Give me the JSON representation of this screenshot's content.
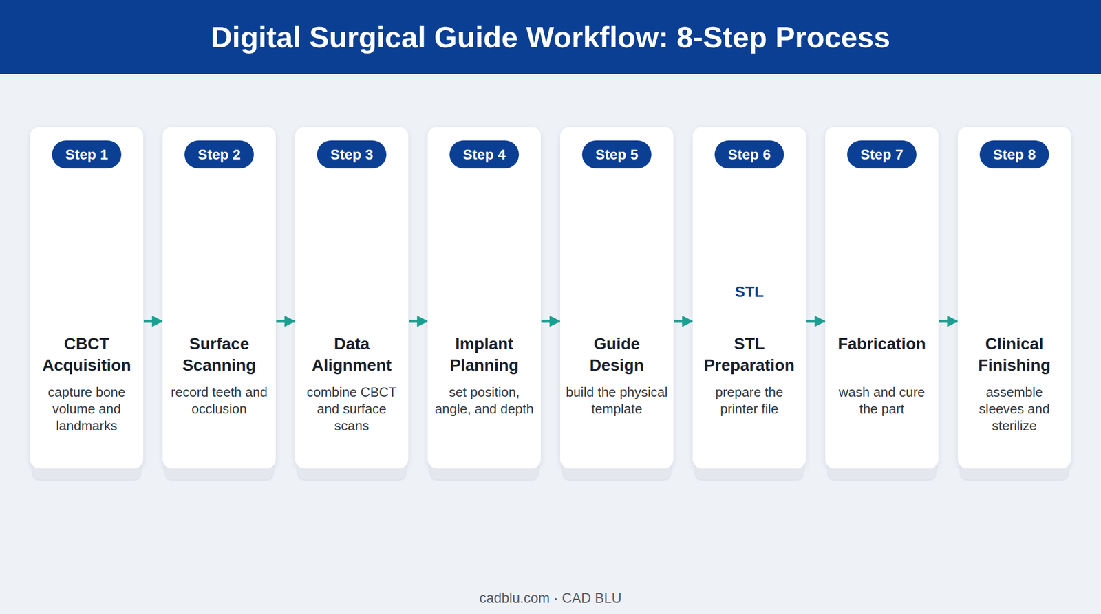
{
  "diagram": {
    "title": "Digital Surgical Guide Workflow: 8-Step Process",
    "nodes": [
      {
        "text": [
          "Step 1",
          "CBCT Acquisition",
          "capture bone volume and landmarks"
        ]
      },
      {
        "text": [
          "Step 2",
          "Surface Scanning",
          "record teeth and occlusion"
        ]
      },
      {
        "text": [
          "Step 3",
          "Data Alignment",
          "combine CBCT and surface scans"
        ]
      },
      {
        "text": [
          "Step 4",
          "Implant Planning",
          "set position, angle, and depth"
        ]
      },
      {
        "text": [
          "Step 5",
          "Guide Design",
          "build the physical template"
        ]
      },
      {
        "text": [
          "Step 6",
          "STL Preparation",
          "prepare the printer file"
        ]
      },
      {
        "text": [
          "Step 7",
          "Fabrication",
          "wash and cure the part"
        ]
      },
      {
        "text": [
          "Step 8",
          "Clinical Finishing",
          "assemble sleeves and sterilize"
        ]
      }
    ],
    "edges": [
      {
        "from": 0,
        "to": 1,
        "arrow": "to"
      },
      {
        "from": 1,
        "to": 2,
        "arrow": "to"
      },
      {
        "from": 2,
        "to": 3,
        "arrow": "to"
      },
      {
        "from": 3,
        "to": 4,
        "arrow": "to"
      },
      {
        "from": 4,
        "to": 5,
        "arrow": "to"
      },
      {
        "from": 5,
        "to": 6,
        "arrow": "to"
      },
      {
        "from": 6,
        "to": 7,
        "arrow": "to"
      }
    ],
    "labels": [
      "STL",
      "STL",
      "cadblu.com · CAD BLU"
    ]
  }
}
